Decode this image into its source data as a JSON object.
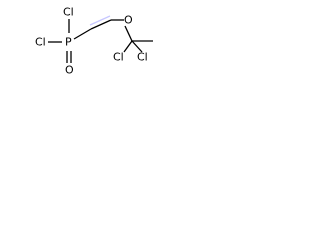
{
  "structure": {
    "atoms": {
      "cl_p_top": "Cl",
      "cl_p_left": "Cl",
      "p": "P",
      "o_p": "O",
      "o_ether": "O",
      "cl_c1": "Cl",
      "cl_c2": "Cl"
    },
    "colors": {
      "atom_text": "#000000",
      "bond": "#000000",
      "vinyl_bond": "#c7c7ff",
      "background": "#ffffff"
    }
  }
}
